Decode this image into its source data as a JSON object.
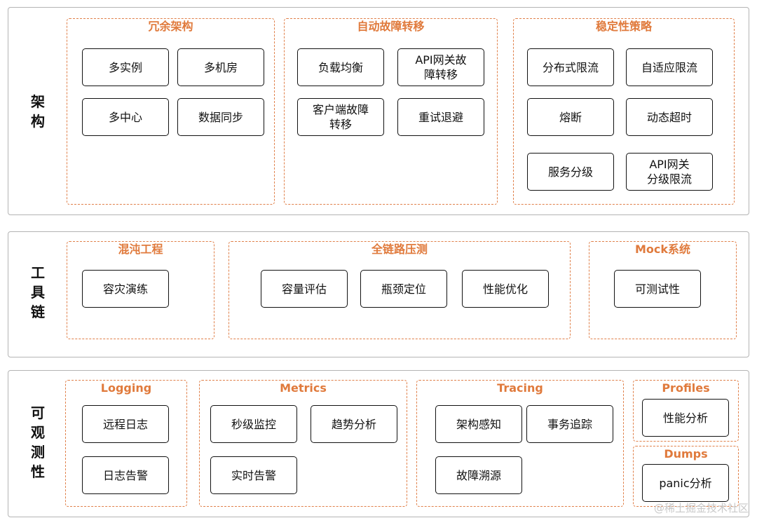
{
  "sections": [
    {
      "label": "架\n构",
      "groups": [
        {
          "title": "冗余架构",
          "items": [
            "多实例",
            "多机房",
            "多中心",
            "数据同步"
          ]
        },
        {
          "title": "自动故障转移",
          "items": [
            "负载均衡",
            "API网关故\n障转移",
            "客户端故障\n转移",
            "重试退避"
          ]
        },
        {
          "title": "稳定性策略",
          "items": [
            "分布式限流",
            "自适应限流",
            "熔断",
            "动态超时",
            "服务分级",
            "API网关\n分级限流"
          ]
        }
      ]
    },
    {
      "label": "工\n具\n链",
      "groups": [
        {
          "title": "混沌工程",
          "items": [
            "容灾演练"
          ]
        },
        {
          "title": "全链路压测",
          "items": [
            "容量评估",
            "瓶颈定位",
            "性能优化"
          ]
        },
        {
          "title": "Mock系统",
          "items": [
            "可测试性"
          ]
        }
      ]
    },
    {
      "label": "可\n观\n测\n性",
      "groups": [
        {
          "title": "Logging",
          "items": [
            "远程日志",
            "日志告警"
          ]
        },
        {
          "title": "Metrics",
          "items": [
            "秒级监控",
            "趋势分析",
            "实时告警"
          ]
        },
        {
          "title": "Tracing",
          "items": [
            "架构感知",
            "事务追踪",
            "故障溯源"
          ]
        },
        {
          "title": "Profiles",
          "items": [
            "性能分析"
          ]
        },
        {
          "title": "Dumps",
          "items": [
            "panic分析"
          ]
        }
      ]
    }
  ],
  "watermark": "@稀土掘金技术社区"
}
